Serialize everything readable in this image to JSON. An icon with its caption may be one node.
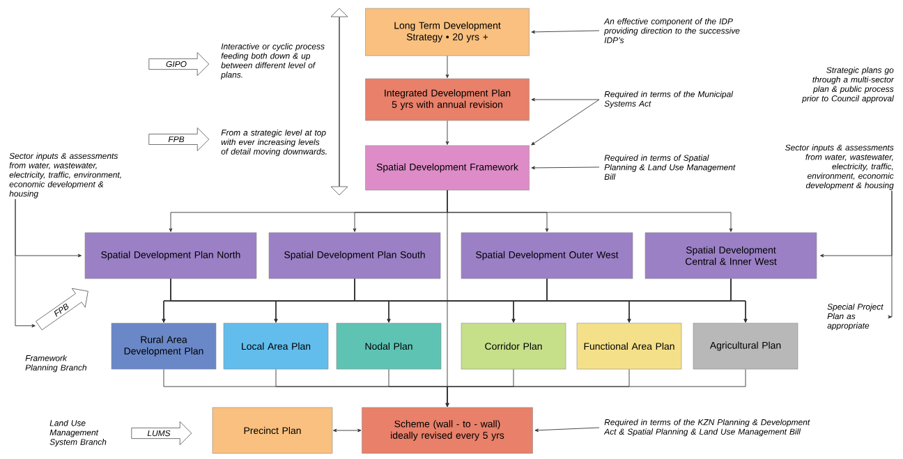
{
  "diagram": {
    "nodes": [
      {
        "text": [
          "Long Term Development Strategy • 20 yrs +"
        ]
      },
      {
        "text": [
          "Integrated Development Plan 5 yrs with annual revision"
        ]
      },
      {
        "text": [
          "Spatial Development Framework"
        ]
      },
      {
        "text": [
          "Spatial Development Plan North"
        ]
      },
      {
        "text": [
          "Spatial Development Plan South"
        ]
      },
      {
        "text": [
          "Spatial Development Outer West"
        ]
      },
      {
        "text": [
          "Spatial Development Central & Inner West"
        ]
      },
      {
        "text": [
          "Rural Area Development Plan"
        ]
      },
      {
        "text": [
          "Local Area Plan"
        ]
      },
      {
        "text": [
          "Nodal Plan"
        ]
      },
      {
        "text": [
          "Corridor Plan"
        ]
      },
      {
        "text": [
          "Functional Area Plan"
        ]
      },
      {
        "text": [
          "Agricultural Plan"
        ]
      },
      {
        "text": [
          "Precinct Plan"
        ]
      },
      {
        "text": [
          "Scheme (wall - to - wall) ideally revised every 5 yrs"
        ]
      },
      {
        "text": [
          "An effective component of the IDP providing direction to the successive IDP’s"
        ]
      },
      {
        "text": [
          "Required in terms of the Municipal Systems Act"
        ]
      },
      {
        "text": [
          "Required in terms of Spatial Planning & Land Use Management Bill"
        ]
      },
      {
        "text": [
          "Sector inputs & assessments from water, wastewater, electricity, traffic, environment, economic development & housing"
        ]
      },
      {
        "text": [
          "Sector inputs & assessments from water, wastewater, electricity, traffic, environment, economic development & housing"
        ]
      },
      {
        "text": [
          "Special Project Plan as appropriate"
        ]
      },
      {
        "text": [
          "Required in terms of the KZN Planning & Development Act & Spatial Planning & Land Use Management Bill"
        ]
      },
      {
        "text": [
          "GIPO"
        ]
      },
      {
        "text": [
          "FPB"
        ]
      },
      {
        "text": [
          "FPB"
        ]
      },
      {
        "text": [
          "LUMS"
        ]
      }
    ],
    "edges": [
      {
        "from": 0,
        "to": 1,
        "arrow": "to"
      },
      {
        "from": 1,
        "to": 2,
        "arrow": "to"
      },
      {
        "from": 2,
        "to": 3,
        "arrow": "to"
      },
      {
        "from": 2,
        "to": 4,
        "arrow": "to"
      },
      {
        "from": 2,
        "to": 5,
        "arrow": "to"
      },
      {
        "from": 2,
        "to": 6,
        "arrow": "to"
      },
      {
        "from": 2,
        "to": 14,
        "arrow": "to"
      },
      {
        "from": 3,
        "to": 7,
        "arrow": "to"
      },
      {
        "from": 3,
        "to": 8,
        "arrow": "to"
      },
      {
        "from": 3,
        "to": 9,
        "arrow": "to"
      },
      {
        "from": 3,
        "to": 10,
        "arrow": "to"
      },
      {
        "from": 3,
        "to": 11,
        "arrow": "to"
      },
      {
        "from": 3,
        "to": 12,
        "arrow": "to"
      },
      {
        "from": 4,
        "to": 7,
        "arrow": "to"
      },
      {
        "from": 4,
        "to": 8,
        "arrow": "to"
      },
      {
        "from": 4,
        "to": 9,
        "arrow": "to"
      },
      {
        "from": 4,
        "to": 10,
        "arrow": "to"
      },
      {
        "from": 4,
        "to": 11,
        "arrow": "to"
      },
      {
        "from": 4,
        "to": 12,
        "arrow": "to"
      },
      {
        "from": 5,
        "to": 7,
        "arrow": "to"
      },
      {
        "from": 5,
        "to": 8,
        "arrow": "to"
      },
      {
        "from": 5,
        "to": 9,
        "arrow": "to"
      },
      {
        "from": 5,
        "to": 10,
        "arrow": "to"
      },
      {
        "from": 5,
        "to": 11,
        "arrow": "to"
      },
      {
        "from": 5,
        "to": 12,
        "arrow": "to"
      },
      {
        "from": 6,
        "to": 7,
        "arrow": "to"
      },
      {
        "from": 6,
        "to": 8,
        "arrow": "to"
      },
      {
        "from": 6,
        "to": 9,
        "arrow": "to"
      },
      {
        "from": 6,
        "to": 10,
        "arrow": "to"
      },
      {
        "from": 6,
        "to": 11,
        "arrow": "to"
      },
      {
        "from": 6,
        "to": 12,
        "arrow": "to"
      },
      {
        "from": 7,
        "to": 14,
        "arrow": "to"
      },
      {
        "from": 8,
        "to": 14,
        "arrow": "to"
      },
      {
        "from": 9,
        "to": 14,
        "arrow": "to"
      },
      {
        "from": 10,
        "to": 14,
        "arrow": "to"
      },
      {
        "from": 11,
        "to": 14,
        "arrow": "to"
      },
      {
        "from": 12,
        "to": 14,
        "arrow": "to"
      },
      {
        "from": 13,
        "to": 14,
        "arrow": "both"
      },
      {
        "from": 15,
        "to": 0,
        "arrow": "to"
      },
      {
        "from": 16,
        "to": 1,
        "arrow": "to"
      },
      {
        "from": 16,
        "to": 2,
        "arrow": "to"
      },
      {
        "from": 17,
        "to": 2,
        "arrow": "to"
      },
      {
        "from": 18,
        "to": 3,
        "arrow": "to"
      },
      {
        "from": 18,
        "to": 24,
        "arrow": "to"
      },
      {
        "from": 19,
        "to": 6,
        "arrow": "to"
      },
      {
        "from": 19,
        "to": 20,
        "arrow": "to"
      },
      {
        "from": 21,
        "to": 14,
        "arrow": "to"
      }
    ],
    "labels": [
      "Interactive or cyclic process feeding both down & up between different level of plans.",
      "From a strategic level at top with ever increasing levels of detail moving downwards.",
      "Strategic plans go through a multi-sector plan & public process prior to Council approval",
      "Framework Planning Branch",
      "Land Use Management System Branch"
    ]
  }
}
